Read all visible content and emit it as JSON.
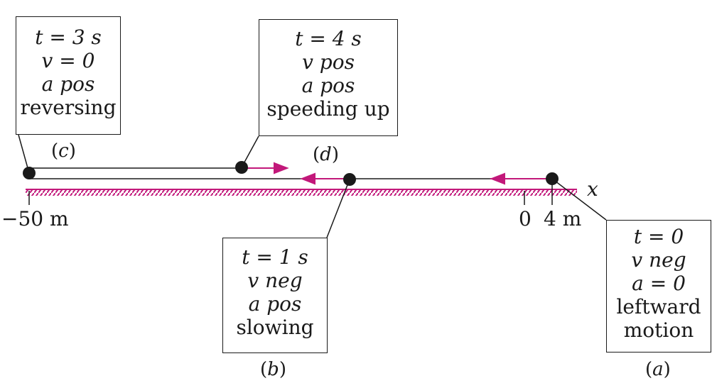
{
  "axis": {
    "label": "x",
    "ticks": [
      "−50 m",
      "0",
      "4 m"
    ]
  },
  "snapshots": [
    {
      "id": "a",
      "caption": "a",
      "t": "t = 0",
      "v": "v neg",
      "a": "a = 0",
      "note": [
        "leftward",
        "motion"
      ]
    },
    {
      "id": "b",
      "caption": "b",
      "t": "t = 1 s",
      "v": "v neg",
      "a": "a pos",
      "note": [
        "slowing"
      ]
    },
    {
      "id": "c",
      "caption": "c",
      "t": "t = 3 s",
      "v": "v = 0",
      "a": "a pos",
      "note": [
        "reversing"
      ]
    },
    {
      "id": "d",
      "caption": "d",
      "t": "t = 4 s",
      "v": "v pos",
      "a": "a pos",
      "note": [
        "speeding up"
      ]
    }
  ],
  "colors": {
    "arrow": "#c2187a",
    "ground": "#c2187a",
    "ink": "#1a1a1a"
  }
}
